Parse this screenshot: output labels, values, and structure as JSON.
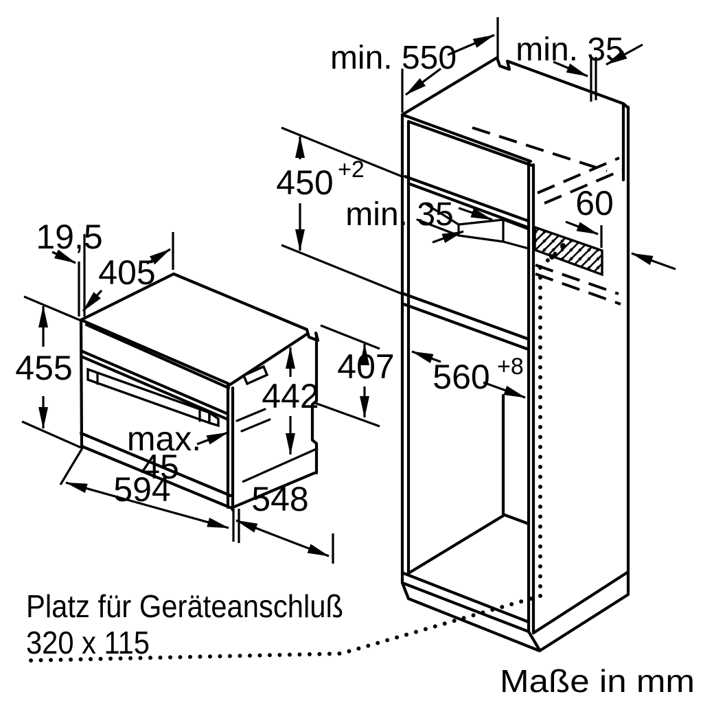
{
  "diagram": {
    "type": "installation-drawing",
    "colors": {
      "line": "#000000",
      "background": "#ffffff"
    },
    "cabinet": {
      "depth_top_label": "min. 550",
      "wall_gap_top_label": "min. 35",
      "niche_height_value": "450",
      "niche_height_tolerance": "+2",
      "rear_gap_label": "min. 35",
      "connection_strip_depth_value": "60",
      "niche_width_value": "560",
      "niche_width_tolerance": "+8"
    },
    "oven": {
      "door_panel_thickness": "19,5",
      "top_depth": "405",
      "height": "455",
      "body_height": "442",
      "rear_height": "407",
      "door_protrusion_label_line1": "max.",
      "door_protrusion_label_line2": "45",
      "width": "594",
      "depth": "548"
    },
    "notes": {
      "connection_space_line1": "Platz für Geräteanschluß",
      "connection_space_line2": "320 x 115",
      "units": "Maße in mm"
    }
  }
}
